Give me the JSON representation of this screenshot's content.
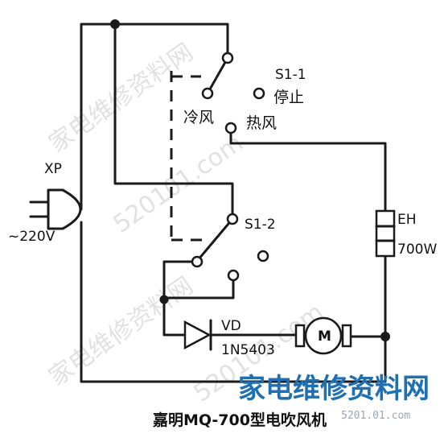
{
  "plug": {
    "label": "XP",
    "voltage": "~220V"
  },
  "switch1": {
    "name": "S1-1",
    "pos_stop": "停止",
    "pos_cold": "冷风",
    "pos_hot": "热风"
  },
  "switch2": {
    "name": "S1-2"
  },
  "heater": {
    "name": "EH",
    "power": "700W"
  },
  "diode": {
    "name": "VD",
    "part": "1N5403"
  },
  "motor": {
    "symbol": "M"
  },
  "caption": "嘉明MQ-700型电吹风机",
  "watermark": {
    "logo": "家电维修资料网",
    "url": "5201.01.com",
    "diag1": "家电维修资料网",
    "diag2": "520101.com"
  }
}
